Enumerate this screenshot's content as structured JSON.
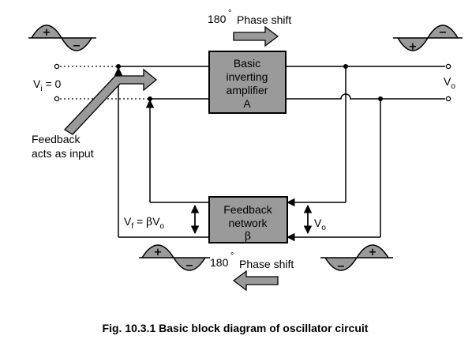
{
  "diagram": {
    "top_phase": {
      "degrees": "180",
      "degree_symbol": "°",
      "text": "Phase shift"
    },
    "bottom_phase": {
      "degrees": "180",
      "degree_symbol": "°",
      "text": "Phase shift"
    },
    "amplifier_block": {
      "lines": [
        "Basic",
        "inverting",
        "amplifier",
        "A"
      ]
    },
    "feedback_block": {
      "lines": [
        "Feedback",
        "network",
        "β"
      ]
    },
    "vi_label": {
      "main": "V",
      "sub": "i",
      "rest": " = 0"
    },
    "vo_output_label": {
      "main": "V",
      "sub": "o"
    },
    "vf_label": {
      "main": "V",
      "sub": "f",
      "eq": " = ",
      "beta": "β",
      "v": "V",
      "vsub": "o"
    },
    "vo_feedback_label": {
      "main": "V",
      "sub": "o"
    },
    "feedback_note": [
      "Feedback",
      "acts as input"
    ],
    "wave_signs": {
      "plus": "+",
      "minus": "−"
    }
  },
  "caption": "Fig. 10.3.1 Basic block diagram of oscillator circuit"
}
